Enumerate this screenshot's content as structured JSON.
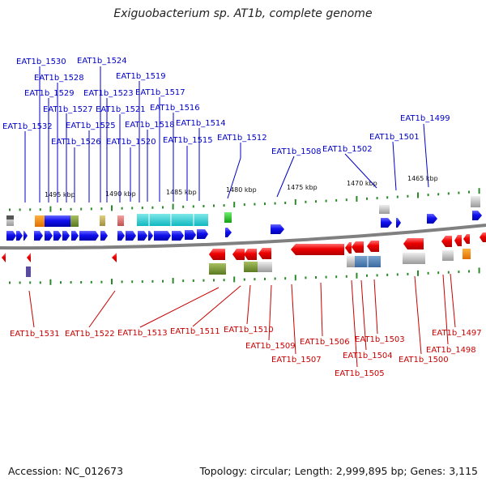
{
  "title": "Exiguobacterium sp. AT1b, complete genome",
  "footer": {
    "accession": "Accession: NC_012673",
    "summary": "Topology: circular; Length: 2,999,895 bp; Genes: 3,115"
  },
  "colors": {
    "top_labels": "#0000c8",
    "bottom_labels": "#c80000",
    "forward_genes": "#0000ee",
    "reverse_genes": "#ee0000",
    "backbone": "#808080",
    "ruler_ticks": "#2a8a2a"
  },
  "kbp_ticks": [
    "1495 kbp",
    "1490 kbp",
    "1485 kbp",
    "1480 kbp",
    "1475 kbp",
    "1470 kbp",
    "1465 kbp"
  ],
  "top_labels": [
    "EAT1b_1530",
    "EAT1b_1524",
    "EAT1b_1528",
    "EAT1b_1519",
    "EAT1b_1529",
    "EAT1b_1523",
    "EAT1b_1517",
    "EAT1b_1527",
    "EAT1b_1521",
    "EAT1b_1516",
    "EAT1b_1532",
    "EAT1b_1525",
    "EAT1b_1518",
    "EAT1b_1514",
    "EAT1b_1499",
    "EAT1b_1526",
    "EAT1b_1520",
    "EAT1b_1515",
    "EAT1b_1512",
    "EAT1b_1501",
    "EAT1b_1508",
    "EAT1b_1502"
  ],
  "bottom_labels": [
    "EAT1b_1531",
    "EAT1b_1522",
    "EAT1b_1513",
    "EAT1b_1511",
    "EAT1b_1510",
    "EAT1b_1509",
    "EAT1b_1507",
    "EAT1b_1506",
    "EAT1b_1503",
    "EAT1b_1504",
    "EAT1b_1505",
    "EAT1b_1500",
    "EAT1b_1498",
    "EAT1b_1497"
  ]
}
